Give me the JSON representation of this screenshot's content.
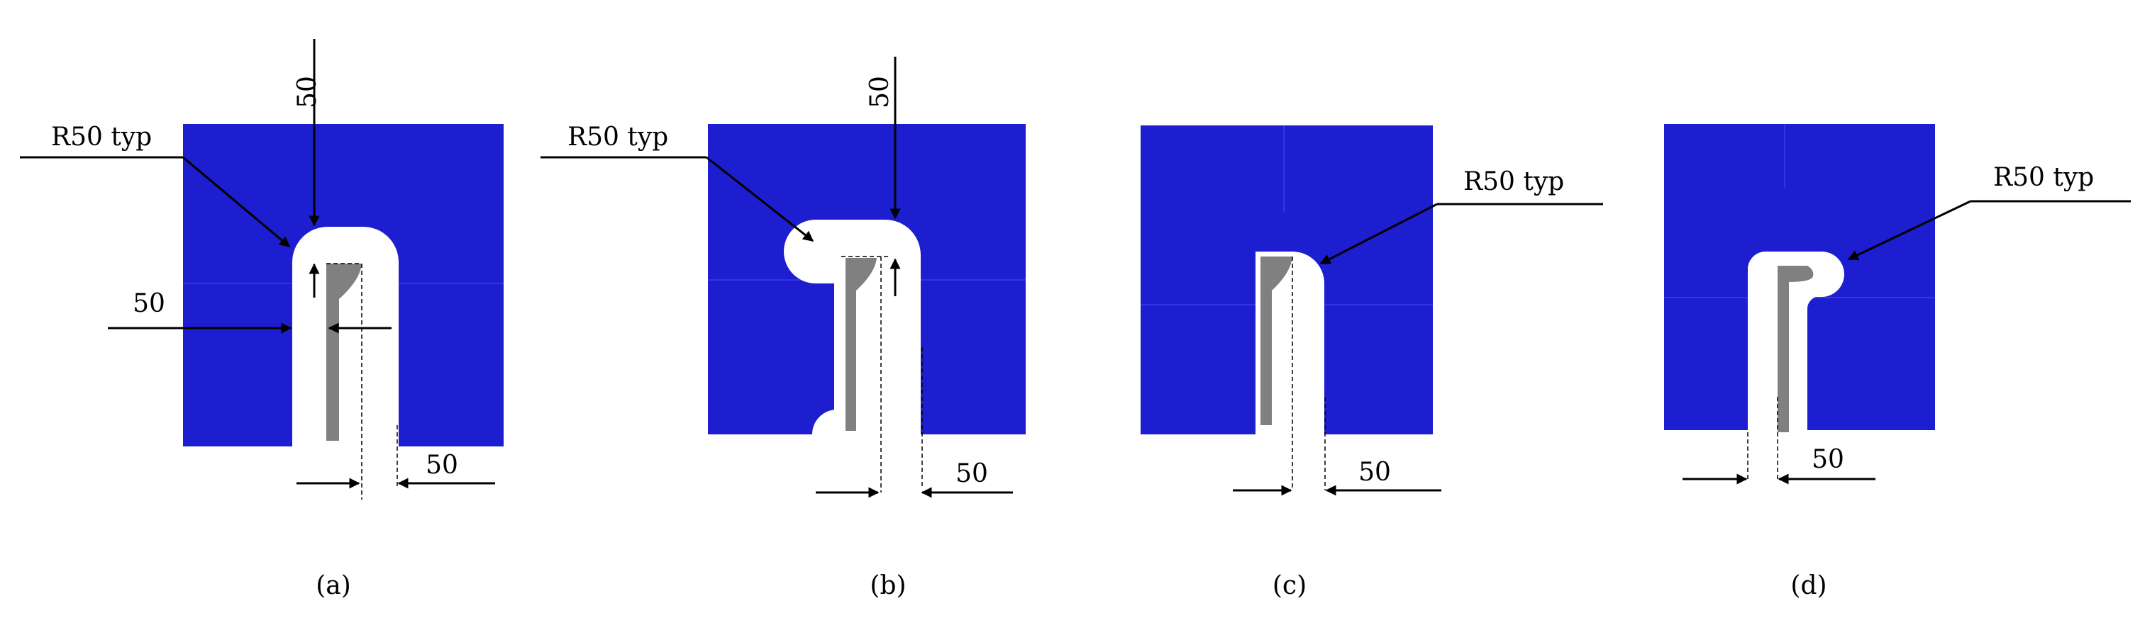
{
  "colors": {
    "block": "#1C1ECF",
    "part": "#808080",
    "slot": "#FFFFFF",
    "line": "#000000"
  },
  "panels": [
    {
      "id": "a",
      "caption": "(a)",
      "radius_label": "R50 typ",
      "dims": [
        "50",
        "50",
        "50"
      ]
    },
    {
      "id": "b",
      "caption": "(b)",
      "radius_label": "R50 typ",
      "dims": [
        "50",
        "50"
      ]
    },
    {
      "id": "c",
      "caption": "(c)",
      "radius_label": "R50 typ",
      "dims": [
        "50"
      ]
    },
    {
      "id": "d",
      "caption": "(d)",
      "radius_label": "R50 typ",
      "dims": [
        "50"
      ]
    }
  ]
}
